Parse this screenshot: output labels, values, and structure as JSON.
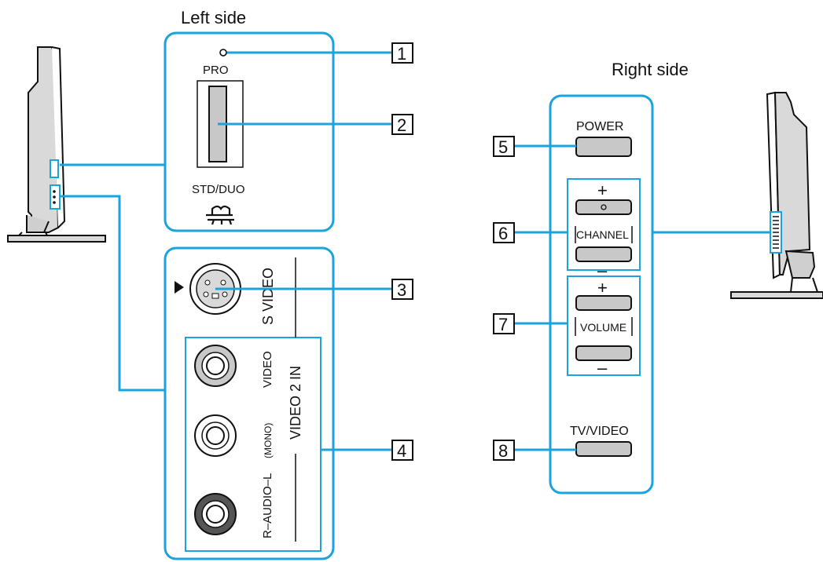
{
  "left_side": {
    "heading": "Left side",
    "memory_stick": {
      "pro_label": "PRO",
      "std_duo_label": "STD/DUO"
    },
    "av_inputs": {
      "s_video_label": "S VIDEO",
      "video_label": "VIDEO",
      "audio_label": "R–AUDIO–L",
      "mono_label": "(MONO)",
      "group_label": "VIDEO 2 IN"
    }
  },
  "right_side": {
    "heading": "Right side",
    "power_label": "POWER",
    "channel_label": "CHANNEL",
    "volume_label": "VOLUME",
    "tv_video_label": "TV/VIDEO",
    "plus_sign": "+",
    "minus_sign": "–"
  },
  "callouts": [
    "1",
    "2",
    "3",
    "4",
    "5",
    "6",
    "7",
    "8"
  ],
  "colors": {
    "accent": "#1aa3dc",
    "button_fill": "#c8c8c8",
    "panel_fill": "#d9d9d9",
    "ink": "#111111"
  }
}
